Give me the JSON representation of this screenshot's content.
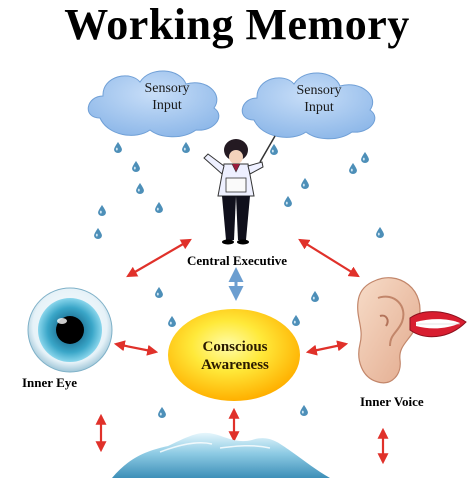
{
  "title": "Working Memory",
  "clouds": [
    {
      "label": "Sensory\nInput"
    },
    {
      "label": "Sensory\nInput"
    }
  ],
  "central_executive": {
    "label": "Central Executive"
  },
  "awareness": {
    "label": "Conscious\nAwareness"
  },
  "inner_eye": {
    "label": "Inner Eye"
  },
  "inner_voice": {
    "label": "Inner Voice"
  },
  "colors": {
    "cloud": "#9ec4f0",
    "raindrop": "#4d8fb8",
    "arrow_red": "#e0312a",
    "arrow_blue": "#6c9ed0",
    "sun_center": "#ffe93a",
    "sun_edge": "#ffb000",
    "iris": "#3aa6c8",
    "water": "#8ecbe4"
  }
}
